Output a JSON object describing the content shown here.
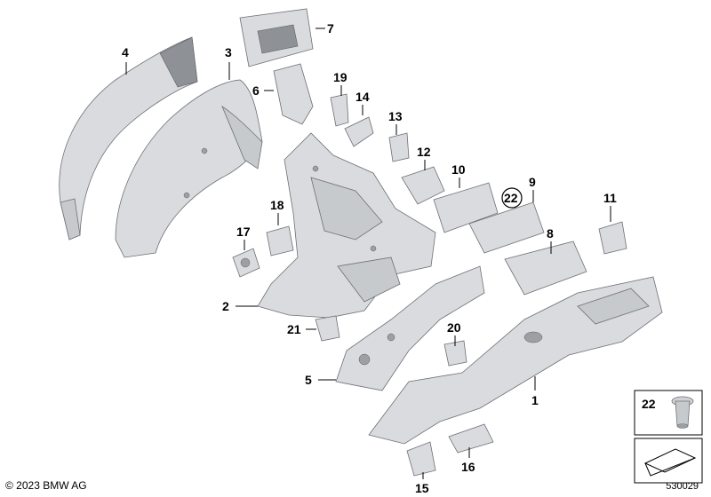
{
  "labels": [
    "1",
    "2",
    "3",
    "4",
    "5",
    "6",
    "7",
    "8",
    "9",
    "10",
    "11",
    "12",
    "13",
    "14",
    "15",
    "16",
    "17",
    "18",
    "19",
    "20",
    "21",
    "22"
  ],
  "circled_label": "22",
  "inset": {
    "label": "22"
  },
  "footer": {
    "copyright": "© 2023 BMW AG",
    "diagram_number": "530029"
  }
}
